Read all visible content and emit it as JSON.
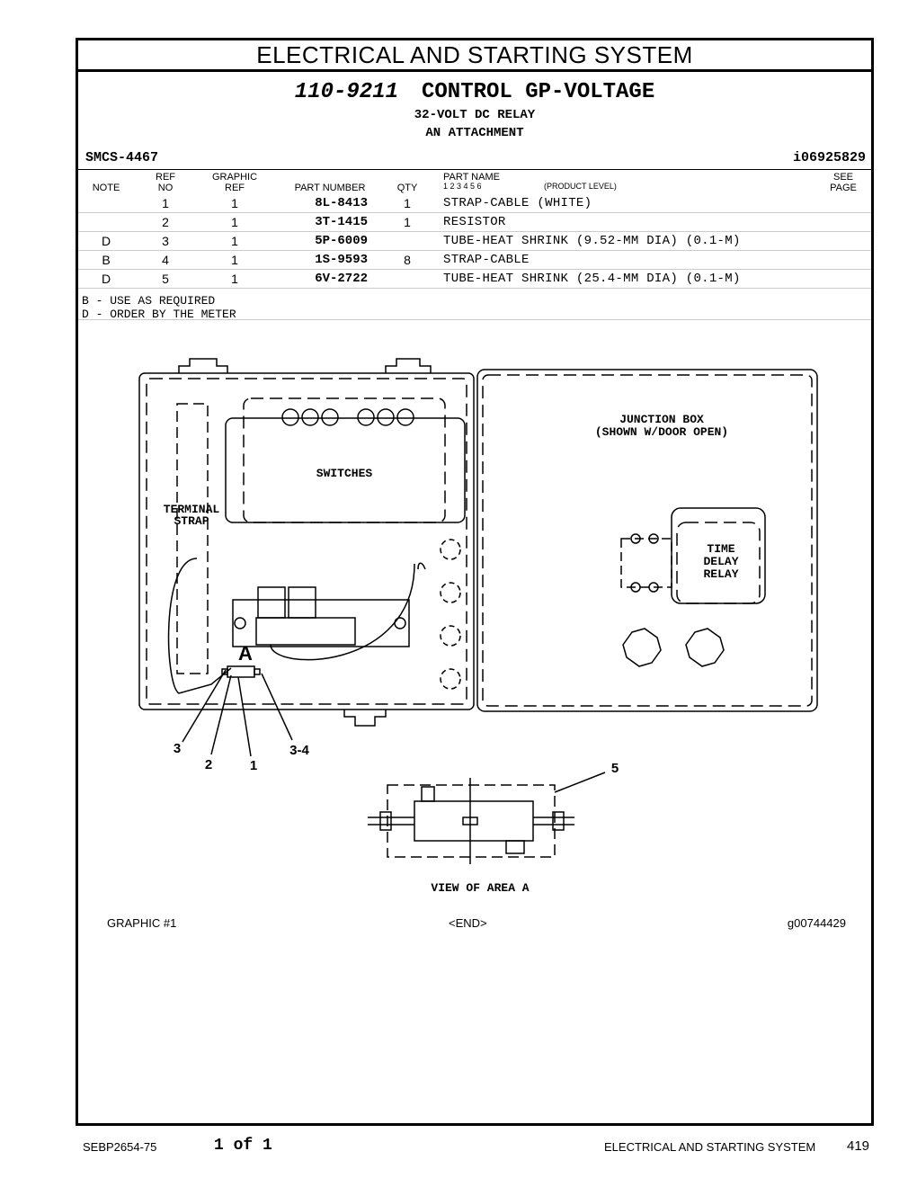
{
  "section_title": "ELECTRICAL AND STARTING SYSTEM",
  "part": {
    "number": "110-9211",
    "name": "CONTROL GP-VOLTAGE",
    "subtitle1": "32-VOLT DC RELAY",
    "subtitle2": "AN ATTACHMENT"
  },
  "smcs": "SMCS-4467",
  "doc_id": "i06925829",
  "headers": {
    "note": "NOTE",
    "ref_no_1": "REF",
    "ref_no_2": "NO",
    "graphic_ref_1": "GRAPHIC",
    "graphic_ref_2": "REF",
    "part_number": "PART NUMBER",
    "qty": "QTY",
    "part_name": "PART NAME",
    "levels": "1   2   3   4   5   6",
    "product_level": "(PRODUCT LEVEL)",
    "see_page_1": "SEE",
    "see_page_2": "PAGE"
  },
  "rows": [
    {
      "note": "",
      "ref": "1",
      "graphic": "1",
      "part_number": "8L-8413",
      "qty": "1",
      "name": "STRAP-CABLE (WHITE)"
    },
    {
      "note": "",
      "ref": "2",
      "graphic": "1",
      "part_number": "3T-1415",
      "qty": "1",
      "name": "RESISTOR"
    },
    {
      "note": "D",
      "ref": "3",
      "graphic": "1",
      "part_number": "5P-6009",
      "qty": "",
      "name": "TUBE-HEAT SHRINK (9.52-MM DIA) (0.1-M)"
    },
    {
      "note": "B",
      "ref": "4",
      "graphic": "1",
      "part_number": "1S-9593",
      "qty": "8",
      "name": "STRAP-CABLE"
    },
    {
      "note": "D",
      "ref": "5",
      "graphic": "1",
      "part_number": "6V-2722",
      "qty": "",
      "name": "TUBE-HEAT SHRINK (25.4-MM DIA) (0.1-M)"
    }
  ],
  "notes": [
    "B - USE AS REQUIRED",
    "D - ORDER BY THE METER"
  ],
  "diagram": {
    "junction_box_1": "JUNCTION BOX",
    "junction_box_2": "(SHOWN W/DOOR OPEN)",
    "switches": "SWITCHES",
    "terminal_1": "TERMINAL",
    "terminal_2": "STRAP",
    "tdr_1": "TIME",
    "tdr_2": "DELAY",
    "tdr_3": "RELAY",
    "area": "A",
    "callout_3": "3",
    "callout_2": "2",
    "callout_1": "1",
    "callout_34": "3-4",
    "callout_5": "5",
    "view_label": "VIEW OF AREA A"
  },
  "graphic_label": "GRAPHIC #1",
  "end_label": "<END>",
  "graphic_id": "g00744429",
  "footer": {
    "doc": "SEBP2654-75",
    "page_of": "1 of 1",
    "section": "ELECTRICAL AND STARTING SYSTEM",
    "page": "419"
  }
}
